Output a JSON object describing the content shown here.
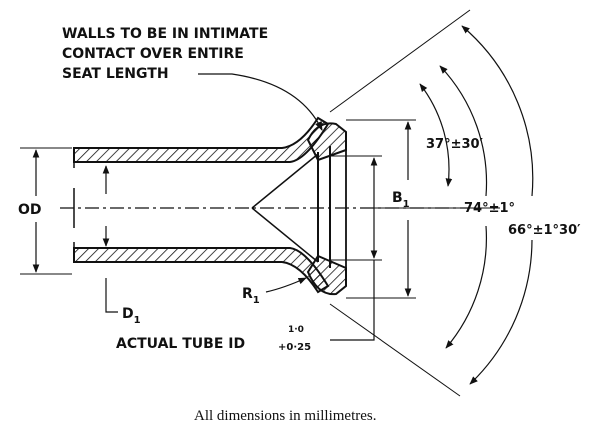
{
  "diagram": {
    "note_line1": "WALLS TO BE IN INTIMATE",
    "note_line2": "CONTACT OVER ENTIRE",
    "note_line3": "SEAT LENGTH",
    "label_od": "OD",
    "label_b1": "B",
    "label_b1_sub": "1",
    "label_d1": "D",
    "label_d1_sub": "1",
    "label_r1": "R",
    "label_r1_sub": "1",
    "actual_id_text": "ACTUAL TUBE ID",
    "actual_id_tol_upper": "1·0",
    "actual_id_tol_lower": "+0·25",
    "angle_37": "37°±30′",
    "angle_74": "74°±1°",
    "angle_66": "66°±1°30′",
    "caption": "All dimensions in millimetres."
  },
  "colors": {
    "ink": "#111111",
    "background": "#ffffff"
  }
}
